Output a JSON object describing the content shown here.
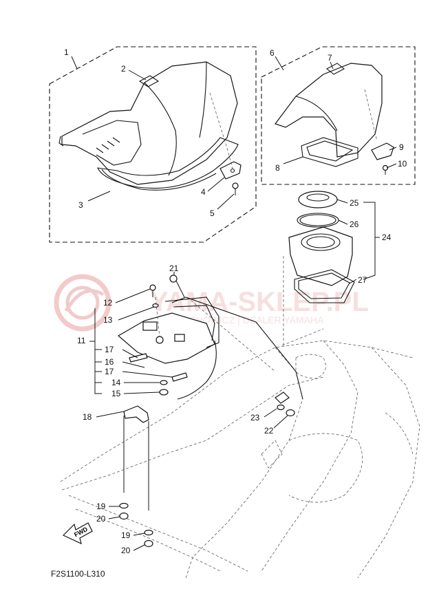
{
  "watermark": {
    "brand": "YAMA-SKLEP.PL",
    "tagline": "WOJCIECHOWICZ | DEALER YAMAHA",
    "color": "#e8a0a0"
  },
  "diagram_code": "F2S1100-L310",
  "fwd_label": "FWD",
  "callouts": {
    "c1": "1",
    "c2": "2",
    "c3": "3",
    "c4": "4",
    "c5": "5",
    "c6": "6",
    "c7": "7",
    "c8": "8",
    "c9": "9",
    "c10": "10",
    "c11": "11",
    "c12": "12",
    "c13": "13",
    "c14": "14",
    "c15": "15",
    "c16": "16",
    "c17a": "17",
    "c17b": "17",
    "c18": "18",
    "c19a": "19",
    "c19b": "19",
    "c20a": "20",
    "c20b": "20",
    "c21": "21",
    "c22": "22",
    "c23": "23",
    "c24": "24",
    "c25": "25",
    "c26": "26",
    "c27": "27"
  }
}
